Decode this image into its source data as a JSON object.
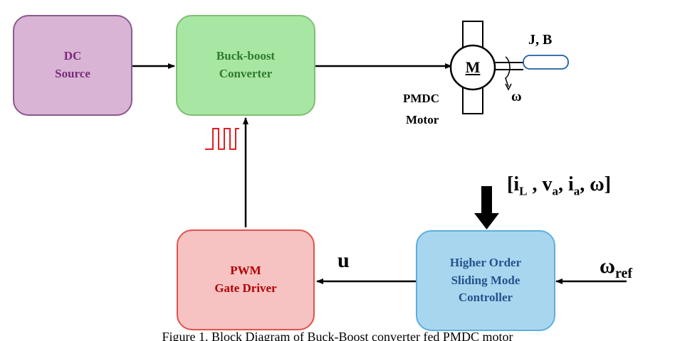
{
  "blocks": {
    "dc_source": {
      "line1": "DC",
      "line2": "Source",
      "fill": "#d9b4d5",
      "border": "#8a5a8a",
      "text": "#7b2a7b"
    },
    "converter": {
      "line1": "Buck-boost",
      "line2": "Converter",
      "fill": "#a8e6a3",
      "border": "#7fbf72",
      "text": "#2f7a2f"
    },
    "pwm": {
      "line1": "PWM",
      "line2": "Gate Driver",
      "fill": "#f7c2c2",
      "border": "#e0534d",
      "text": "#b00000"
    },
    "controller": {
      "line1": "Higher Order",
      "line2": "Sliding Mode",
      "line3": "Controller",
      "fill": "#a9d6ef",
      "border": "#5bb0de",
      "text": "#23528c"
    }
  },
  "motor": {
    "symbol": "M",
    "label_line1": "PMDC",
    "label_line2": "Motor",
    "load": "J, B",
    "speed": "ω"
  },
  "feedback": {
    "prefix": "[",
    "iL": "i",
    "iL_sub": "L",
    "comma1": " , ",
    "va": "v",
    "va_sub": "a",
    "comma2": ", ",
    "ia": "i",
    "ia_sub": "a",
    "comma3": ", ",
    "omega": "ω",
    "suffix": "]"
  },
  "control_signal": "u",
  "reference": {
    "symbol": "ω",
    "subscript": "ref"
  },
  "caption": "Figure 1. Block Diagram of Buck-Boost converter fed PMDC motor"
}
